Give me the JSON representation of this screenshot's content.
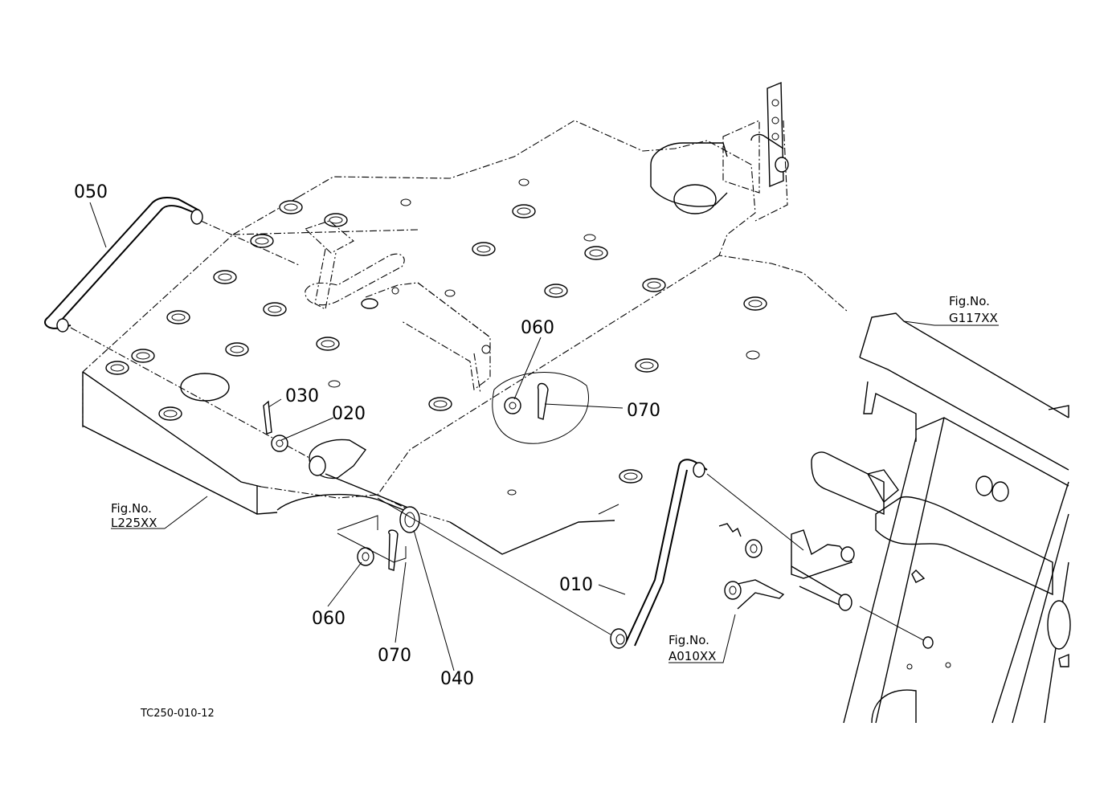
{
  "diagram": {
    "drawing_code": "TC250-010-12",
    "part_labels": {
      "p010": "010",
      "p020": "020",
      "p030": "030",
      "p040": "040",
      "p050": "050",
      "p060_upper": "060",
      "p060_lower": "060",
      "p070_upper": "070",
      "p070_lower": "070"
    },
    "figure_refs": {
      "g117": {
        "prefix": "Fig.No.",
        "number": "G117XX"
      },
      "l225": {
        "prefix": "Fig.No.",
        "number": "L225XX"
      },
      "a010": {
        "prefix": "Fig.No.",
        "number": "A010XX"
      }
    }
  }
}
